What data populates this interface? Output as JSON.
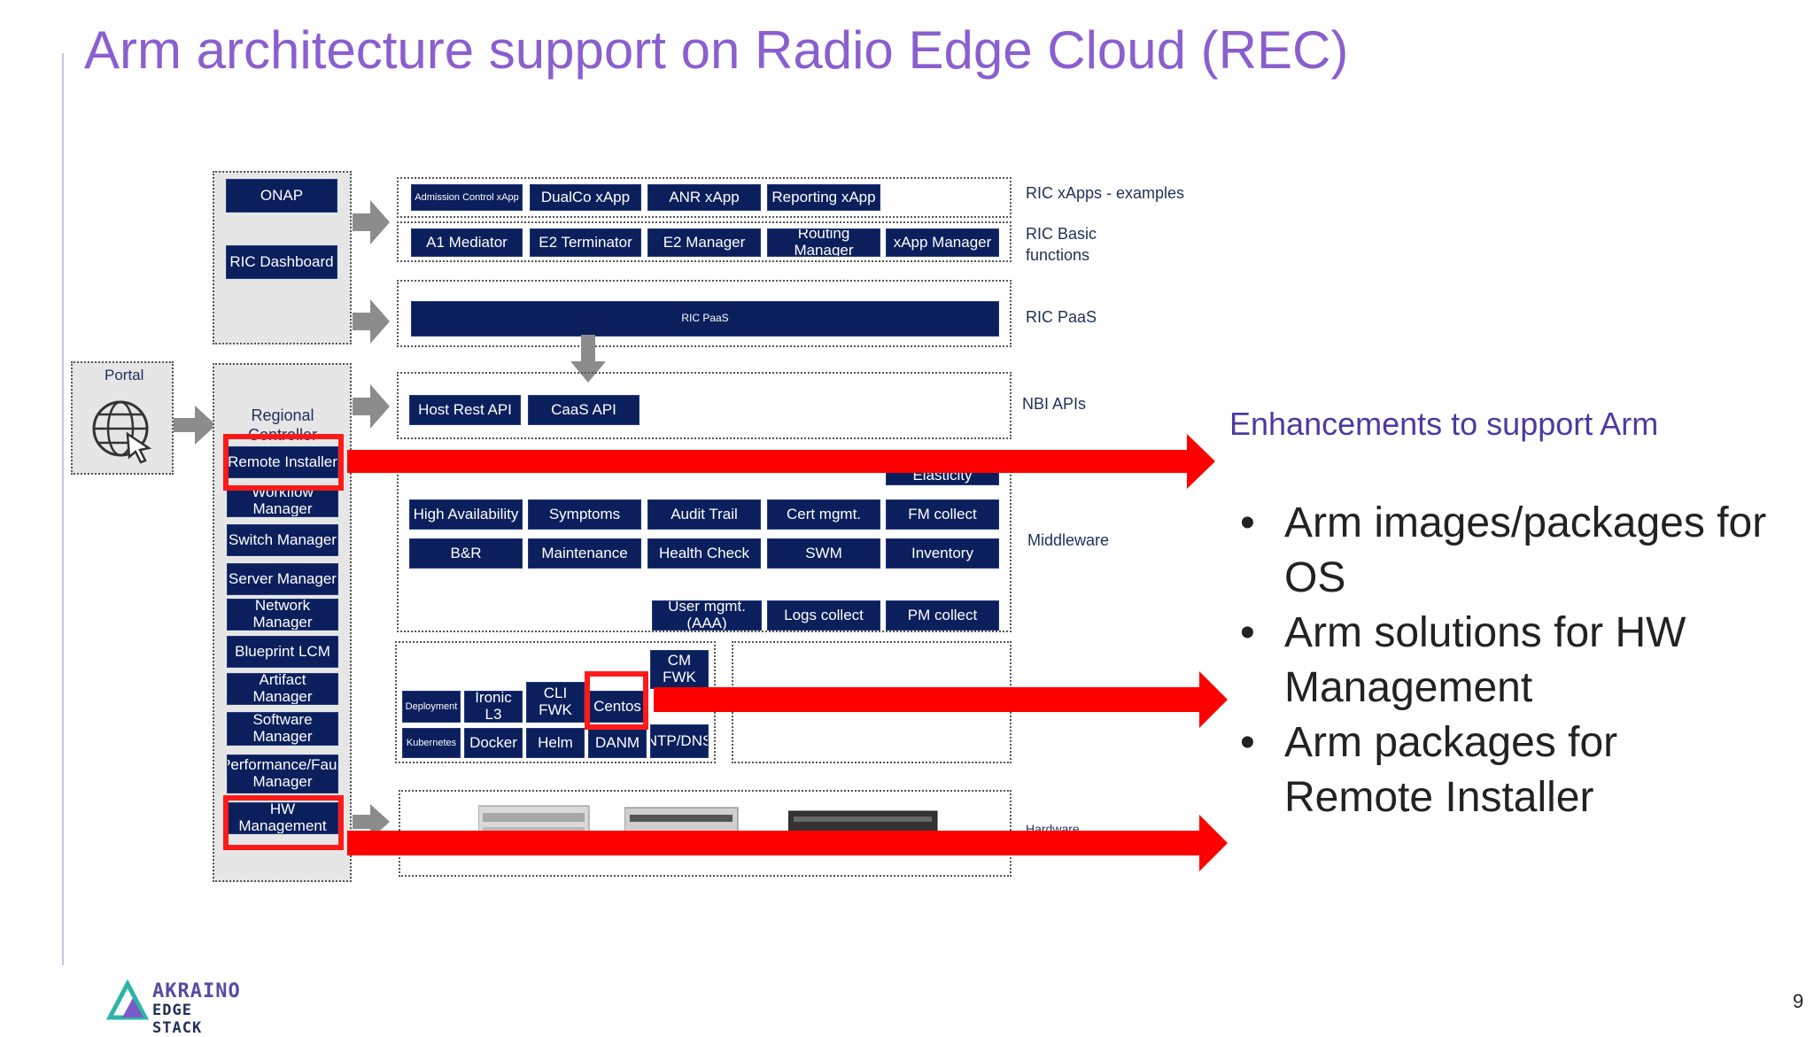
{
  "slide": {
    "title": "Arm architecture support on Radio Edge Cloud (REC)",
    "page_number": "9"
  },
  "diagram": {
    "portal": "Portal",
    "left_top": [
      "ONAP",
      "RIC Dashboard"
    ],
    "regional_controller": "Regional Controller",
    "left_items": [
      "Remote Installer",
      "Workflow Manager",
      "Switch Manager",
      "Server Manager",
      "Network Manager",
      "Blueprint LCM",
      "Artifact Manager",
      "Software Manager",
      "Performance/Fault Manager",
      "HW Management"
    ],
    "xapps": [
      "Admission Control xApp",
      "DualCo xApp",
      "ANR xApp",
      "Reporting xApp"
    ],
    "basic": [
      "A1 Mediator",
      "E2 Terminator",
      "E2 Manager",
      "Routing Manager",
      "xApp Manager"
    ],
    "paas": "RIC PaaS",
    "nbi": [
      "Host Rest API",
      "CaaS API"
    ],
    "middleware_hidden": "Elasticity",
    "middleware_row1": [
      "High Availability",
      "Symptoms",
      "Audit Trail",
      "Cert mgmt.",
      "FM collect"
    ],
    "middleware_row2": [
      "B&R",
      "Maintenance",
      "Health Check",
      "SWM",
      "Inventory"
    ],
    "middleware_row3": [
      "User mgmt. (AAA)",
      "Logs collect",
      "PM collect"
    ],
    "infra_row1": [
      "Deployment",
      "Ironic L3",
      "CLI FWK",
      "Centos",
      "CM FWK"
    ],
    "infra_row2": [
      "Kubernetes",
      "Docker",
      "Helm",
      "DANM",
      "NTP/DNS"
    ],
    "right_labels": [
      "RIC xApps - examples",
      "RIC Basic functions",
      "RIC PaaS",
      "NBI APIs",
      "Middleware",
      "Hardware"
    ]
  },
  "enhancements": {
    "heading": "Enhancements to support Arm",
    "bullets": [
      "Arm images/packages for OS",
      "Arm solutions for HW Management",
      "Arm packages for Remote Installer"
    ]
  },
  "logo": {
    "line1": "AKRAINO",
    "line2": "EDGE STACK"
  },
  "colors": {
    "title": "#8a5fcf",
    "navy": "#0a1f5c",
    "highlight": "#ff1a1a",
    "heading": "#4d3aa0"
  }
}
